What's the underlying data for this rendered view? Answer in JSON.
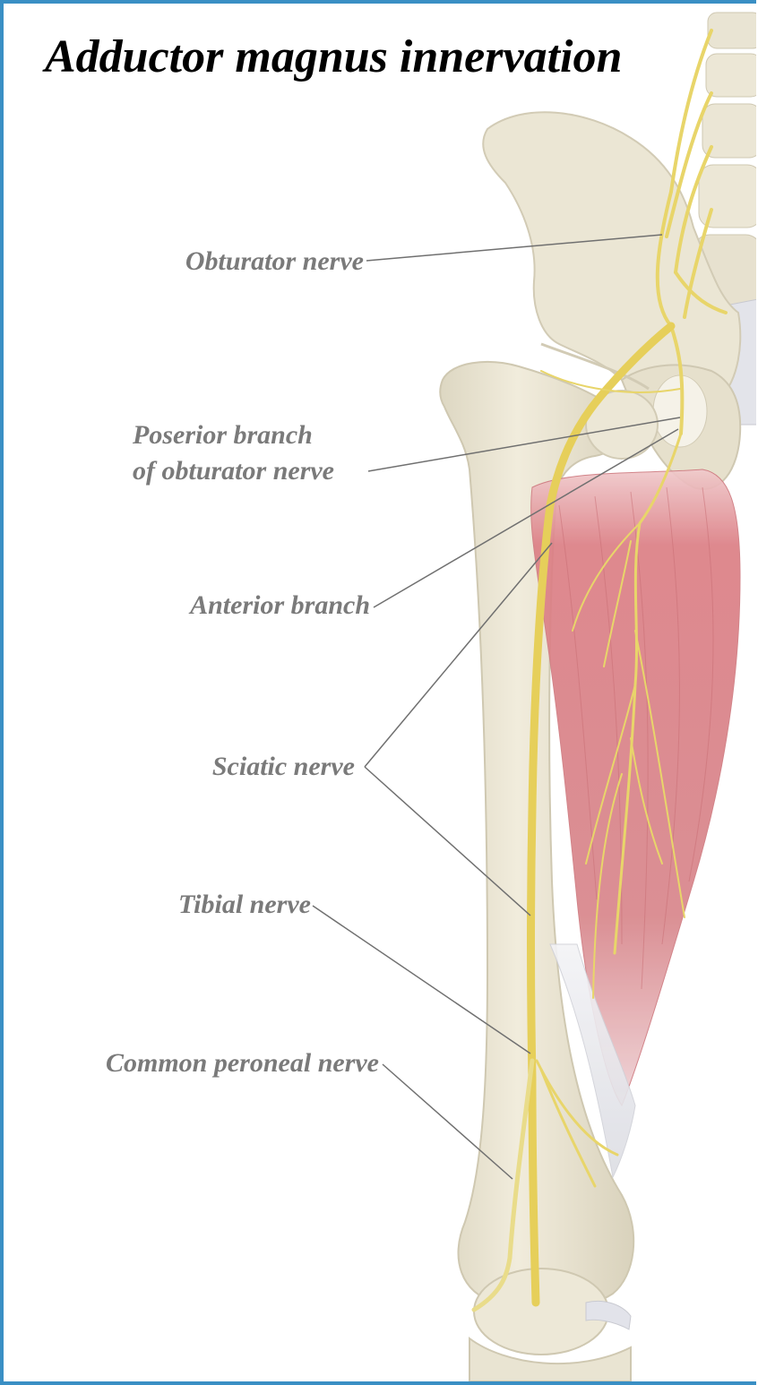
{
  "title": "Adductor magnus innervation",
  "labels": {
    "obturator_nerve": "Obturator nerve",
    "posterior_branch_line1": "Poserior branch",
    "posterior_branch_line2": "of obturator nerve",
    "anterior_branch": "Anterior branch",
    "sciatic_nerve": "Sciatic nerve",
    "tibial_nerve": "Tibial nerve",
    "common_peroneal_nerve": "Common peroneal nerve"
  },
  "colors": {
    "frame": "#3a8fc4",
    "title": "#000000",
    "label": "#7a7a7a",
    "leader": "#707070",
    "bone": "#ece7d6",
    "bone_shade": "#d8d2bd",
    "muscle": "#d97a80",
    "nerve": "#e8d56a"
  }
}
